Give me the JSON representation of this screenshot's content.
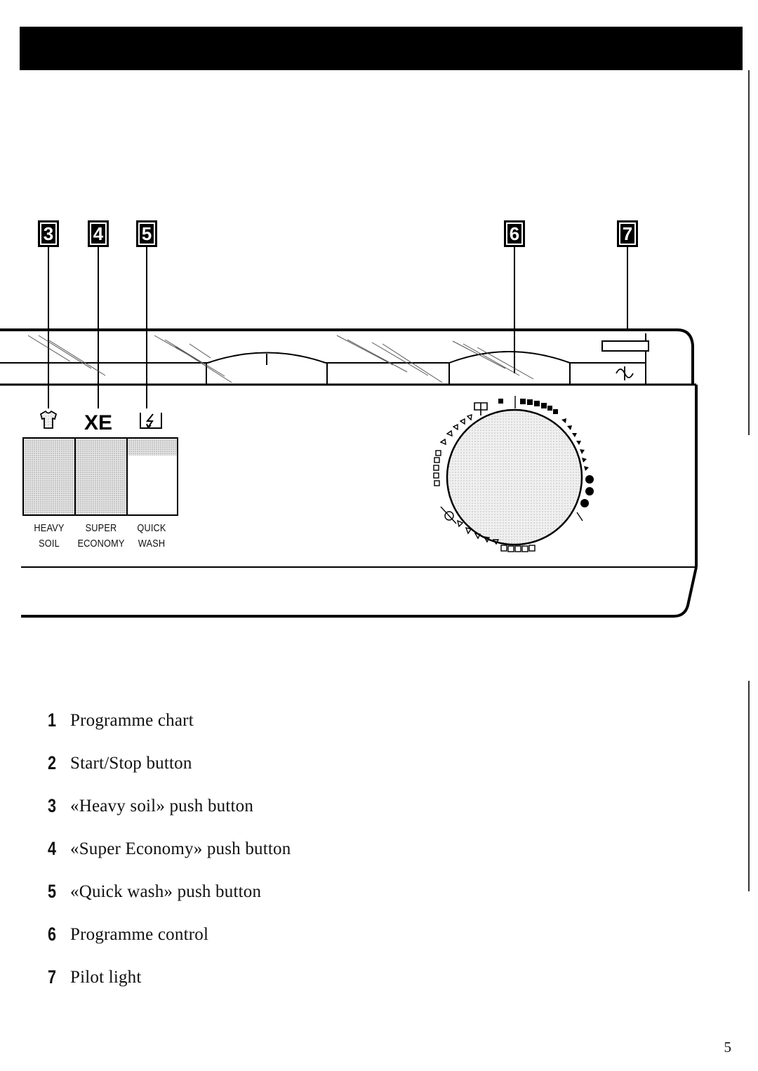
{
  "callouts": [
    "3",
    "4",
    "5",
    "6",
    "7"
  ],
  "symbols": {
    "super_economy": "XE"
  },
  "buttons": [
    {
      "line1": "HEAVY",
      "line2": "SOIL"
    },
    {
      "line1": "SUPER",
      "line2": "ECONOMY"
    },
    {
      "line1": "QUICK",
      "line2": "WASH"
    }
  ],
  "legend": [
    {
      "num": "1",
      "text": "Programme chart"
    },
    {
      "num": "2",
      "text": "Start/Stop button"
    },
    {
      "num": "3",
      "text": "«Heavy soil» push button"
    },
    {
      "num": "4",
      "text": "«Super Economy» push button"
    },
    {
      "num": "5",
      "text": "«Quick wash» push button"
    },
    {
      "num": "6",
      "text": "Programme control"
    },
    {
      "num": "7",
      "text": "Pilot light"
    }
  ],
  "page_number": "5"
}
